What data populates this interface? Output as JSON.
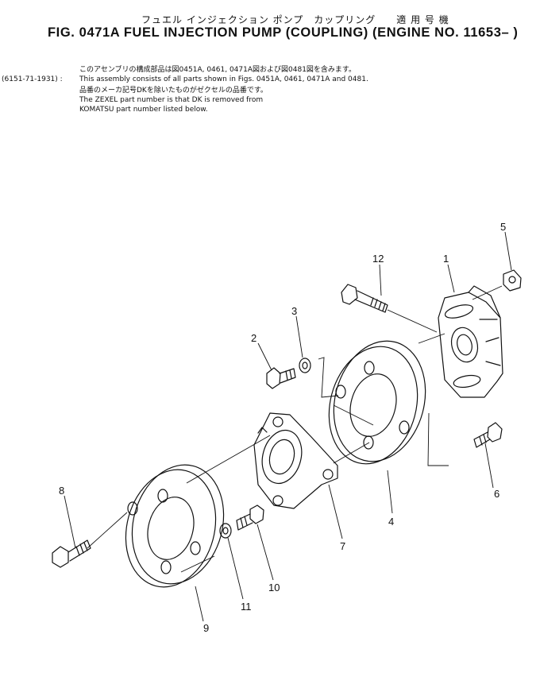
{
  "header": {
    "japanese_title": "フュエル インジェクション ポンプ　カップリング　　適 用 号 機",
    "title": "FIG. 0471A   FUEL  INJECTION  PUMP  (COUPLING)  (ENGINE  NO. 11653– )"
  },
  "notes": {
    "model_code": "(6151-71-1931) :",
    "lines": [
      "このアセンブリの構成部品は図0451A, 0461, 0471A図および図0481図を含みます。",
      "This assembly consists of all parts shown in Figs. 0451A, 0461, 0471A and 0481.",
      "品番のメーカ記号DKを除いたものがゼクセルの品番です。",
      "The ZEXEL part number is that DK is removed from",
      "KOMATSU part number listed below."
    ]
  },
  "callouts": [
    "1",
    "2",
    "3",
    "4",
    "5",
    "6",
    "7",
    "8",
    "9",
    "10",
    "11",
    "12"
  ]
}
